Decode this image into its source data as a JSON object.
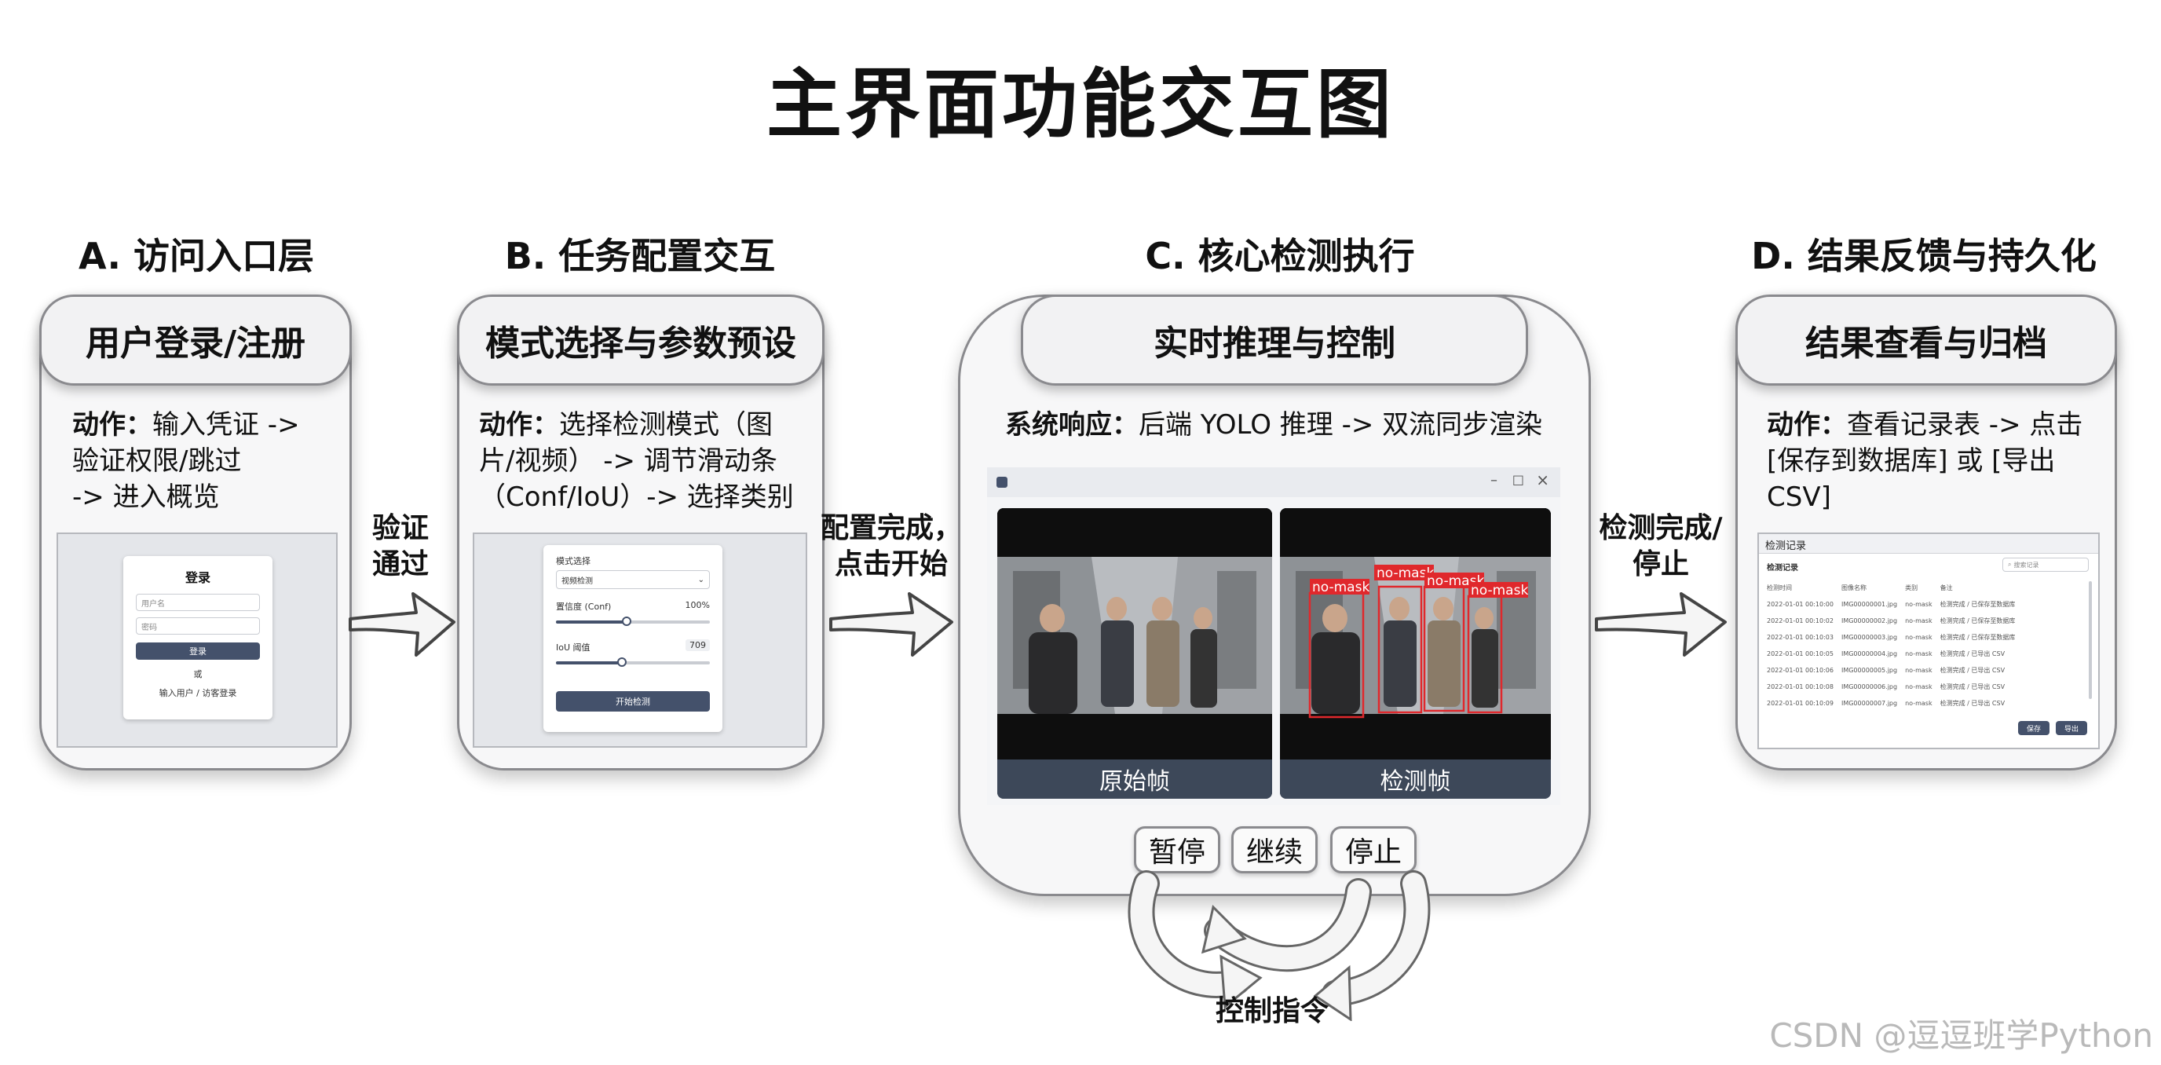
{
  "title": "主界面功能交互图",
  "sections": {
    "a": {
      "heading": "A. 访问入口层",
      "pill": "用户登录/注册",
      "desc_label": "动作：",
      "desc_lines": [
        "输入凭证 ->",
        "验证权限/跳过",
        "-> 进入概览"
      ],
      "mock": {
        "title": "登录",
        "username_placeholder": "用户名",
        "password_placeholder": "密码",
        "login_button": "登录",
        "or_text": "或",
        "guest_text": "输入用户 / 访客登录"
      }
    },
    "b": {
      "heading": "B. 任务配置交互",
      "pill": "模式选择与参数预设",
      "desc_label": "动作：",
      "desc_lines": [
        "选择检测模式（图",
        "片/视频） -> 调节滑动条",
        "（Conf/IoU）-> 选择类别"
      ],
      "mock": {
        "mode_label": "模式选择",
        "mode_value": "视频检测",
        "conf_label": "置信度 (Conf)",
        "conf_value": "100%",
        "iou_label": "IoU 阈值",
        "iou_value": "709",
        "start_button": "开始检测"
      }
    },
    "c": {
      "heading": "C. 核心检测执行",
      "pill": "实时推理与控制",
      "desc_label": "系统响应：",
      "desc_text": "后端 YOLO 推理 -> 双流同步渲染",
      "window": {
        "left_label": "原始帧",
        "right_label": "检测帧",
        "detections": [
          "no-mask",
          "no-mask",
          "no-mask",
          "no-mask"
        ]
      },
      "buttons": {
        "pause": "暂停",
        "resume": "继续",
        "stop": "停止"
      },
      "loop_label": "控制指令"
    },
    "d": {
      "heading": "D. 结果反馈与持久化",
      "pill": "结果查看与归档",
      "desc_label": "动作：",
      "desc_lines": [
        "查看记录表 -> 点击",
        "[保存到数据库] 或 [导出",
        "CSV]"
      ],
      "mock": {
        "window_title": "检测记录",
        "table_title": "检测记录",
        "search_placeholder": "搜索记录",
        "columns": [
          "检测时间",
          "图像名称",
          "类别",
          "备注"
        ],
        "rows": [
          [
            "2022-01-01 00:10:00",
            "IMG00000001.jpg",
            "no-mask",
            "检测完成 / 已保存至数据库"
          ],
          [
            "2022-01-01 00:10:02",
            "IMG00000002.jpg",
            "no-mask",
            "检测完成 / 已保存至数据库"
          ],
          [
            "2022-01-01 00:10:03",
            "IMG00000003.jpg",
            "no-mask",
            "检测完成 / 已保存至数据库"
          ],
          [
            "2022-01-01 00:10:05",
            "IMG00000004.jpg",
            "no-mask",
            "检测完成 / 已导出 CSV"
          ],
          [
            "2022-01-01 00:10:06",
            "IMG00000005.jpg",
            "no-mask",
            "检测完成 / 已导出 CSV"
          ],
          [
            "2022-01-01 00:10:08",
            "IMG00000006.jpg",
            "no-mask",
            "检测完成 / 已导出 CSV"
          ],
          [
            "2022-01-01 00:10:09",
            "IMG00000007.jpg",
            "no-mask",
            "检测完成 / 已导出 CSV"
          ]
        ],
        "save_button": "保存",
        "export_button": "导出"
      }
    }
  },
  "edges": {
    "ab": [
      "验证",
      "通过"
    ],
    "bc": [
      "配置完成，",
      "点击开始"
    ],
    "cd": [
      "检测完成/",
      "停止"
    ]
  },
  "watermark": "CSDN @逗逗班学Python",
  "colors": {
    "accent_dark": "#3d4859",
    "box_red": "#e0282c",
    "panel_border": "#8a8a8e"
  }
}
